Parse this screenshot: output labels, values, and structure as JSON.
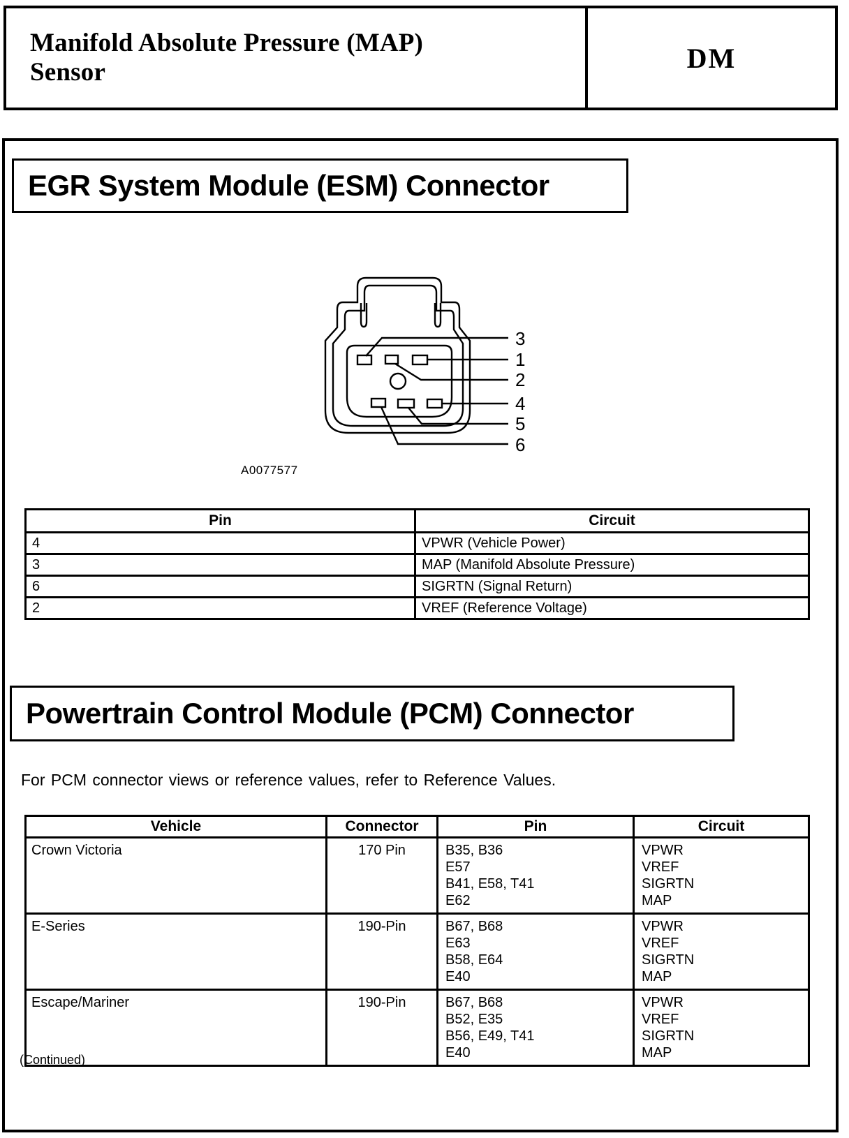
{
  "page": {
    "header": {
      "title": "Manifold Absolute Pressure (MAP) Sensor",
      "section_code": "DM"
    }
  },
  "esm_section": {
    "title": "EGR System Module (ESM) Connector",
    "figure_id": "A0077577",
    "connector": {
      "pin_labels": [
        "3",
        "1",
        "2",
        "4",
        "5",
        "6"
      ]
    },
    "pin_table": {
      "headers": [
        "Pin",
        "Circuit"
      ],
      "rows": [
        {
          "pin": "4",
          "circuit": "VPWR (Vehicle Power)"
        },
        {
          "pin": "3",
          "circuit": "MAP (Manifold Absolute Pressure)"
        },
        {
          "pin": "6",
          "circuit": "SIGRTN (Signal Return)"
        },
        {
          "pin": "2",
          "circuit": "VREF (Reference Voltage)"
        }
      ]
    }
  },
  "pcm_section": {
    "title": "Powertrain Control Module (PCM) Connector",
    "note": "For PCM connector views or reference values, refer to Reference Values.",
    "vehicle_table": {
      "headers": [
        "Vehicle",
        "Connector",
        "Pin",
        "Circuit"
      ],
      "rows": [
        {
          "vehicle": "Crown Victoria",
          "connector": "170 Pin",
          "pins": [
            "B35, B36",
            "E57",
            "B41, E58, T41",
            "E62"
          ],
          "circuits": [
            "VPWR",
            "VREF",
            "SIGRTN",
            "MAP"
          ]
        },
        {
          "vehicle": "E-Series",
          "connector": "190-Pin",
          "pins": [
            "B67, B68",
            "E63",
            "B58, E64",
            "E40"
          ],
          "circuits": [
            "VPWR",
            "VREF",
            "SIGRTN",
            "MAP"
          ]
        },
        {
          "vehicle": "Escape/Mariner",
          "connector": "190-Pin",
          "pins": [
            "B67, B68",
            "B52, E35",
            "B56, E49, T41",
            "E40"
          ],
          "circuits": [
            "VPWR",
            "VREF",
            "SIGRTN",
            "MAP"
          ]
        }
      ]
    },
    "continued_note": "(Continued)"
  }
}
